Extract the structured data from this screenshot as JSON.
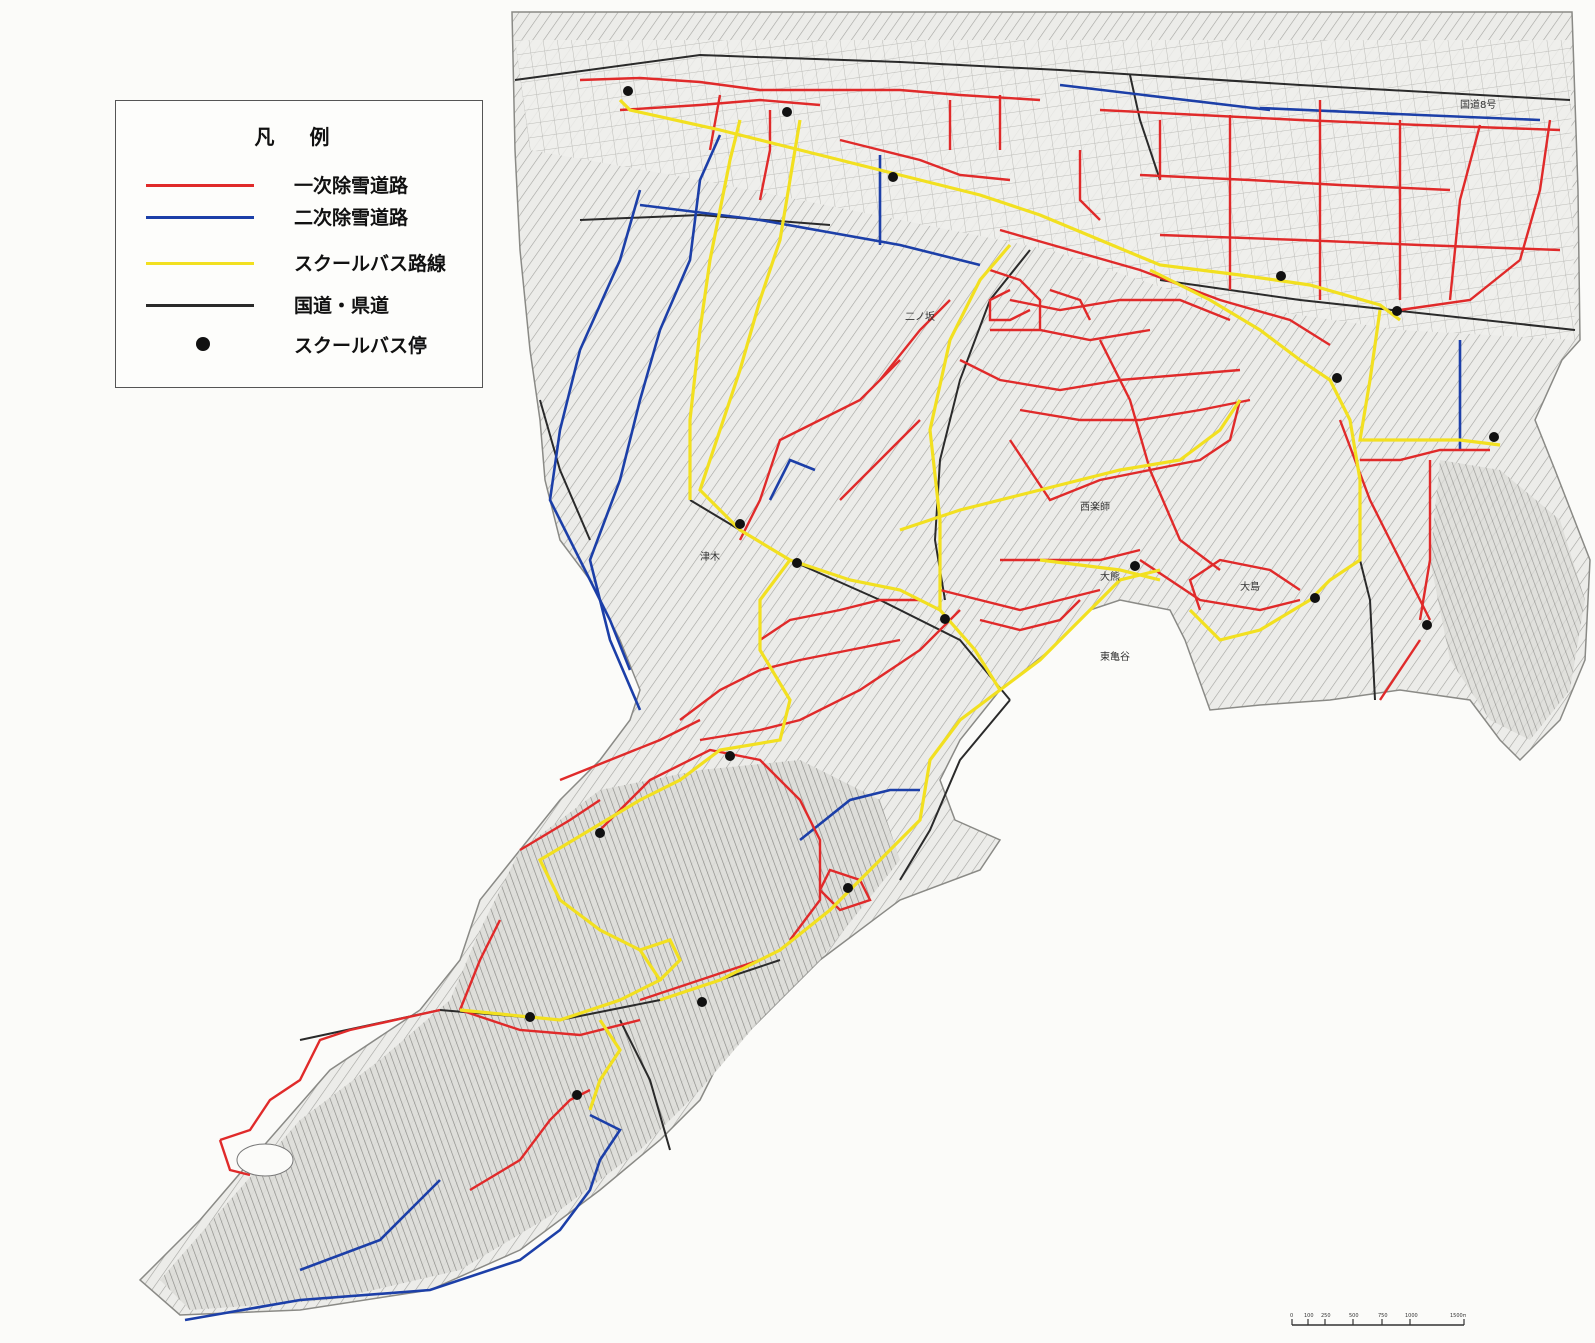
{
  "legend": {
    "title": "凡 例",
    "items": [
      {
        "kind": "line",
        "color": "#e02a2a",
        "label": "一次除雪道路"
      },
      {
        "kind": "line",
        "color": "#1c3fa8",
        "label": "二次除雪道路"
      },
      {
        "kind": "line",
        "color": "#f2e020",
        "label": "スクールバス路線"
      },
      {
        "kind": "line",
        "color": "#2a2a2a",
        "label": "国道・県道"
      },
      {
        "kind": "dot",
        "color": "#111111",
        "label": "スクールバス停"
      }
    ]
  },
  "map": {
    "land_color": "#e9e9e6",
    "hatch_color": "#9a9a96",
    "place_labels": [
      "津木",
      "東亀谷",
      "大島",
      "西楽師",
      "二ノ坂",
      "大熊",
      "国道8号"
    ]
  },
  "scale_bar": {
    "ticks": [
      "0",
      "100",
      "250",
      "500",
      "750",
      "1000",
      "1500m"
    ]
  }
}
